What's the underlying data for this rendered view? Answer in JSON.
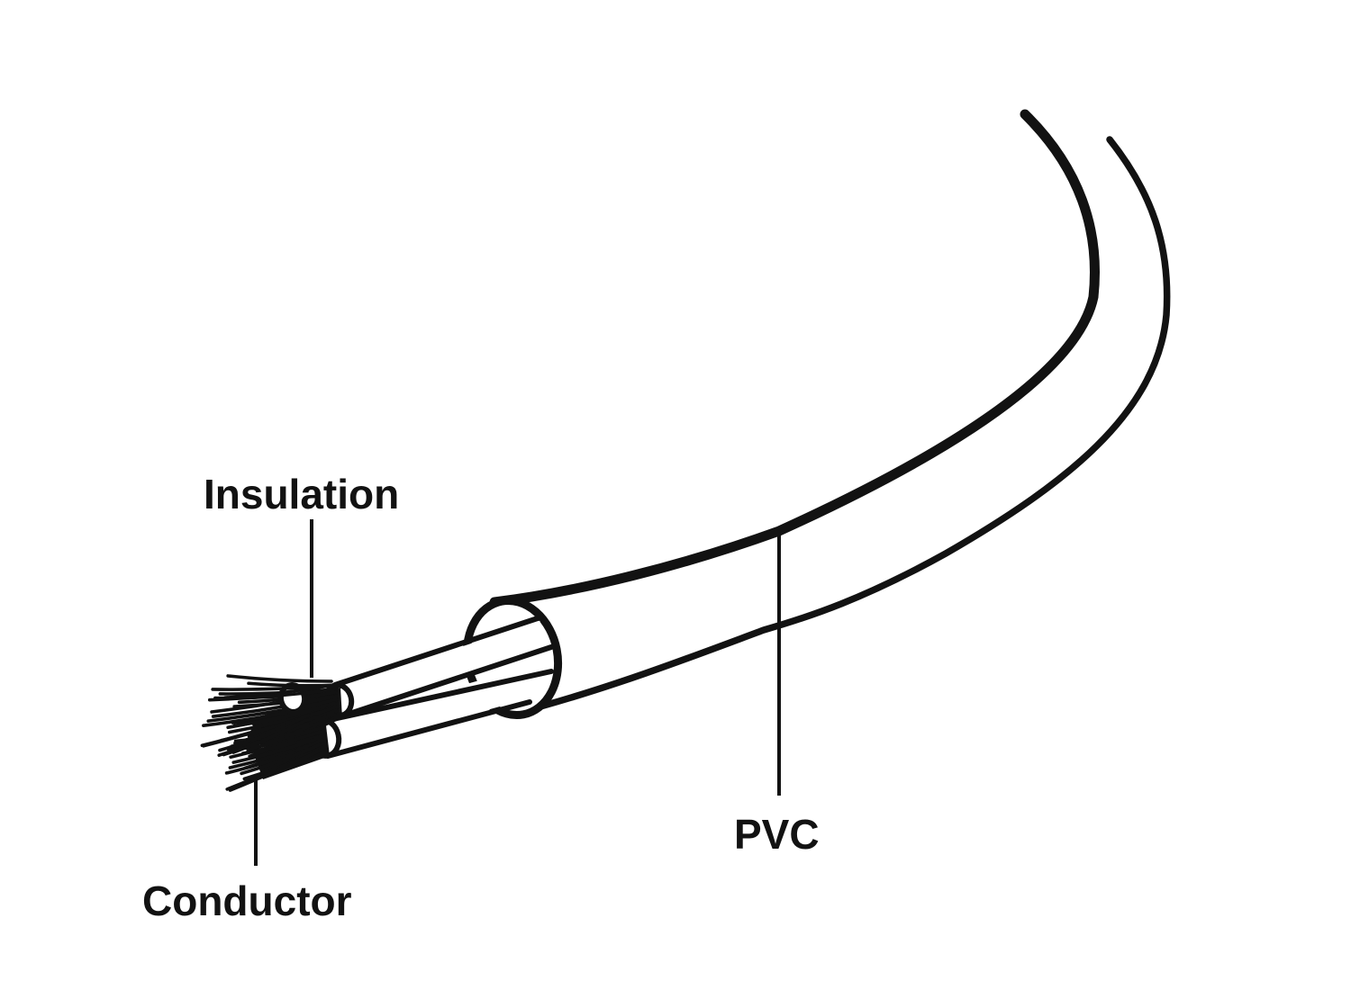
{
  "figure": {
    "type": "diagram",
    "background_color": "#ffffff",
    "ink_color": "#121212",
    "callouts": [
      {
        "id": "insulation",
        "text": "Insulation"
      },
      {
        "id": "conductor",
        "text": "Conductor"
      },
      {
        "id": "pvc",
        "text": "PVC"
      }
    ]
  }
}
